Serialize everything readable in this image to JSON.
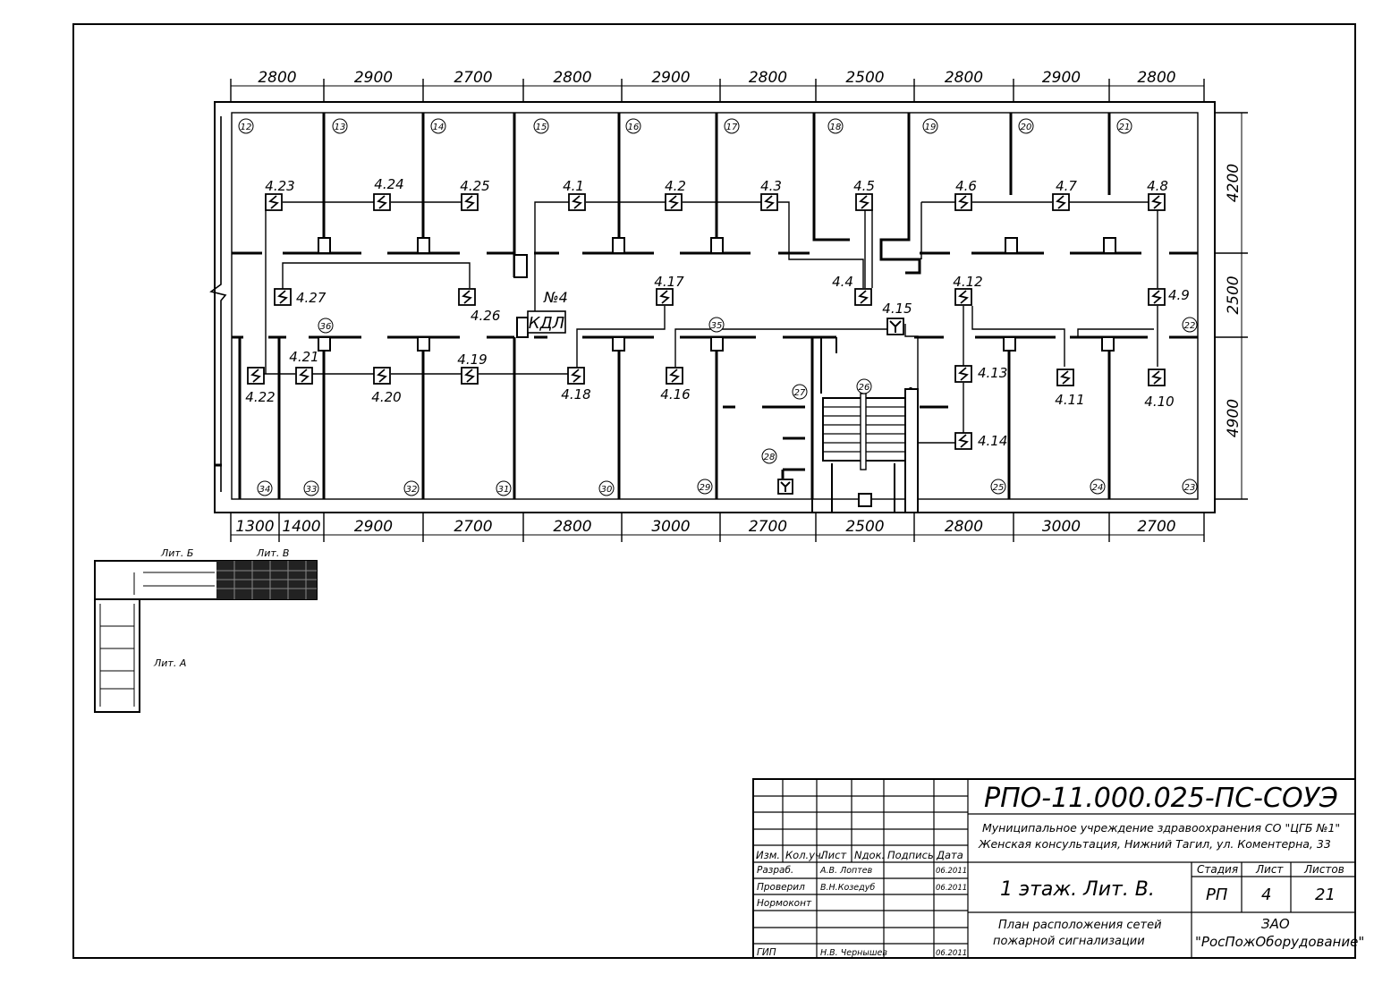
{
  "dimensions_top": [
    "2800",
    "2900",
    "2700",
    "2800",
    "2900",
    "2800",
    "2500",
    "2800",
    "2900",
    "2800"
  ],
  "dimensions_bottom": [
    "1300",
    "1400",
    "2900",
    "2700",
    "2800",
    "3000",
    "2700",
    "2500",
    "2800",
    "3000",
    "2700"
  ],
  "dimensions_right": [
    "4200",
    "2500",
    "4900"
  ],
  "rooms": [
    "12",
    "13",
    "14",
    "15",
    "16",
    "17",
    "18",
    "19",
    "20",
    "21",
    "22",
    "23",
    "24",
    "25",
    "26",
    "27",
    "28",
    "29",
    "30",
    "31",
    "32",
    "33",
    "34",
    "35",
    "36"
  ],
  "detectors": [
    {
      "id": "4.1",
      "type": "smoke"
    },
    {
      "id": "4.2",
      "type": "smoke"
    },
    {
      "id": "4.3",
      "type": "smoke"
    },
    {
      "id": "4.4",
      "type": "smoke"
    },
    {
      "id": "4.5",
      "type": "smoke"
    },
    {
      "id": "4.6",
      "type": "smoke"
    },
    {
      "id": "4.7",
      "type": "smoke"
    },
    {
      "id": "4.8",
      "type": "smoke"
    },
    {
      "id": "4.9",
      "type": "smoke"
    },
    {
      "id": "4.10",
      "type": "smoke"
    },
    {
      "id": "4.11",
      "type": "smoke"
    },
    {
      "id": "4.12",
      "type": "smoke"
    },
    {
      "id": "4.13",
      "type": "smoke"
    },
    {
      "id": "4.14",
      "type": "smoke"
    },
    {
      "id": "4.15",
      "type": "manual"
    },
    {
      "id": "4.16",
      "type": "smoke"
    },
    {
      "id": "4.17",
      "type": "smoke"
    },
    {
      "id": "4.18",
      "type": "smoke"
    },
    {
      "id": "4.19",
      "type": "smoke"
    },
    {
      "id": "4.20",
      "type": "smoke"
    },
    {
      "id": "4.21",
      "type": "smoke"
    },
    {
      "id": "4.22",
      "type": "smoke"
    },
    {
      "id": "4.23",
      "type": "smoke"
    },
    {
      "id": "4.24",
      "type": "smoke"
    },
    {
      "id": "4.25",
      "type": "smoke"
    },
    {
      "id": "4.26",
      "type": "smoke"
    },
    {
      "id": "4.27",
      "type": "smoke"
    }
  ],
  "controller": {
    "number": "№4",
    "label": "КДЛ"
  },
  "keyplan": {
    "lit_b": "Лит. Б",
    "lit_v": "Лит. В",
    "lit_a": "Лит. А"
  },
  "title_block": {
    "doc_code": "РПО-11.000.025-ПС-СОУЭ",
    "org_line1": "Муниципальное учреждение здравоохранения СО \"ЦГБ №1\"",
    "org_line2": "Женская консультация, Нижний Тагил, ул. Коментерна, 33",
    "col_headers": [
      "Изм.",
      "Кол.уч.",
      "Лист",
      "Nдок.",
      "Подпись",
      "Дата"
    ],
    "rows": [
      {
        "role": "Разраб.",
        "name": "А.В. Лоптев",
        "date": "06.2011"
      },
      {
        "role": "Проверил",
        "name": "В.Н.Козедуб",
        "date": "06.2011"
      },
      {
        "role": "Нормоконт",
        "name": "",
        "date": ""
      },
      {
        "role": "ГИП",
        "name": "Н.В. Чернышев",
        "date": "06.2011"
      }
    ],
    "sheet_title": "1 этаж. Лит. В.",
    "stage_label": "Стадия",
    "sheet_label": "Лист",
    "sheets_label": "Листов",
    "stage": "РП",
    "sheet": "4",
    "sheets": "21",
    "drawing_name_line1": "План расположения сетей",
    "drawing_name_line2": "пожарной сигнализации",
    "company_line1": "ЗАО",
    "company_line2": "\"РосПожОборудование\""
  }
}
